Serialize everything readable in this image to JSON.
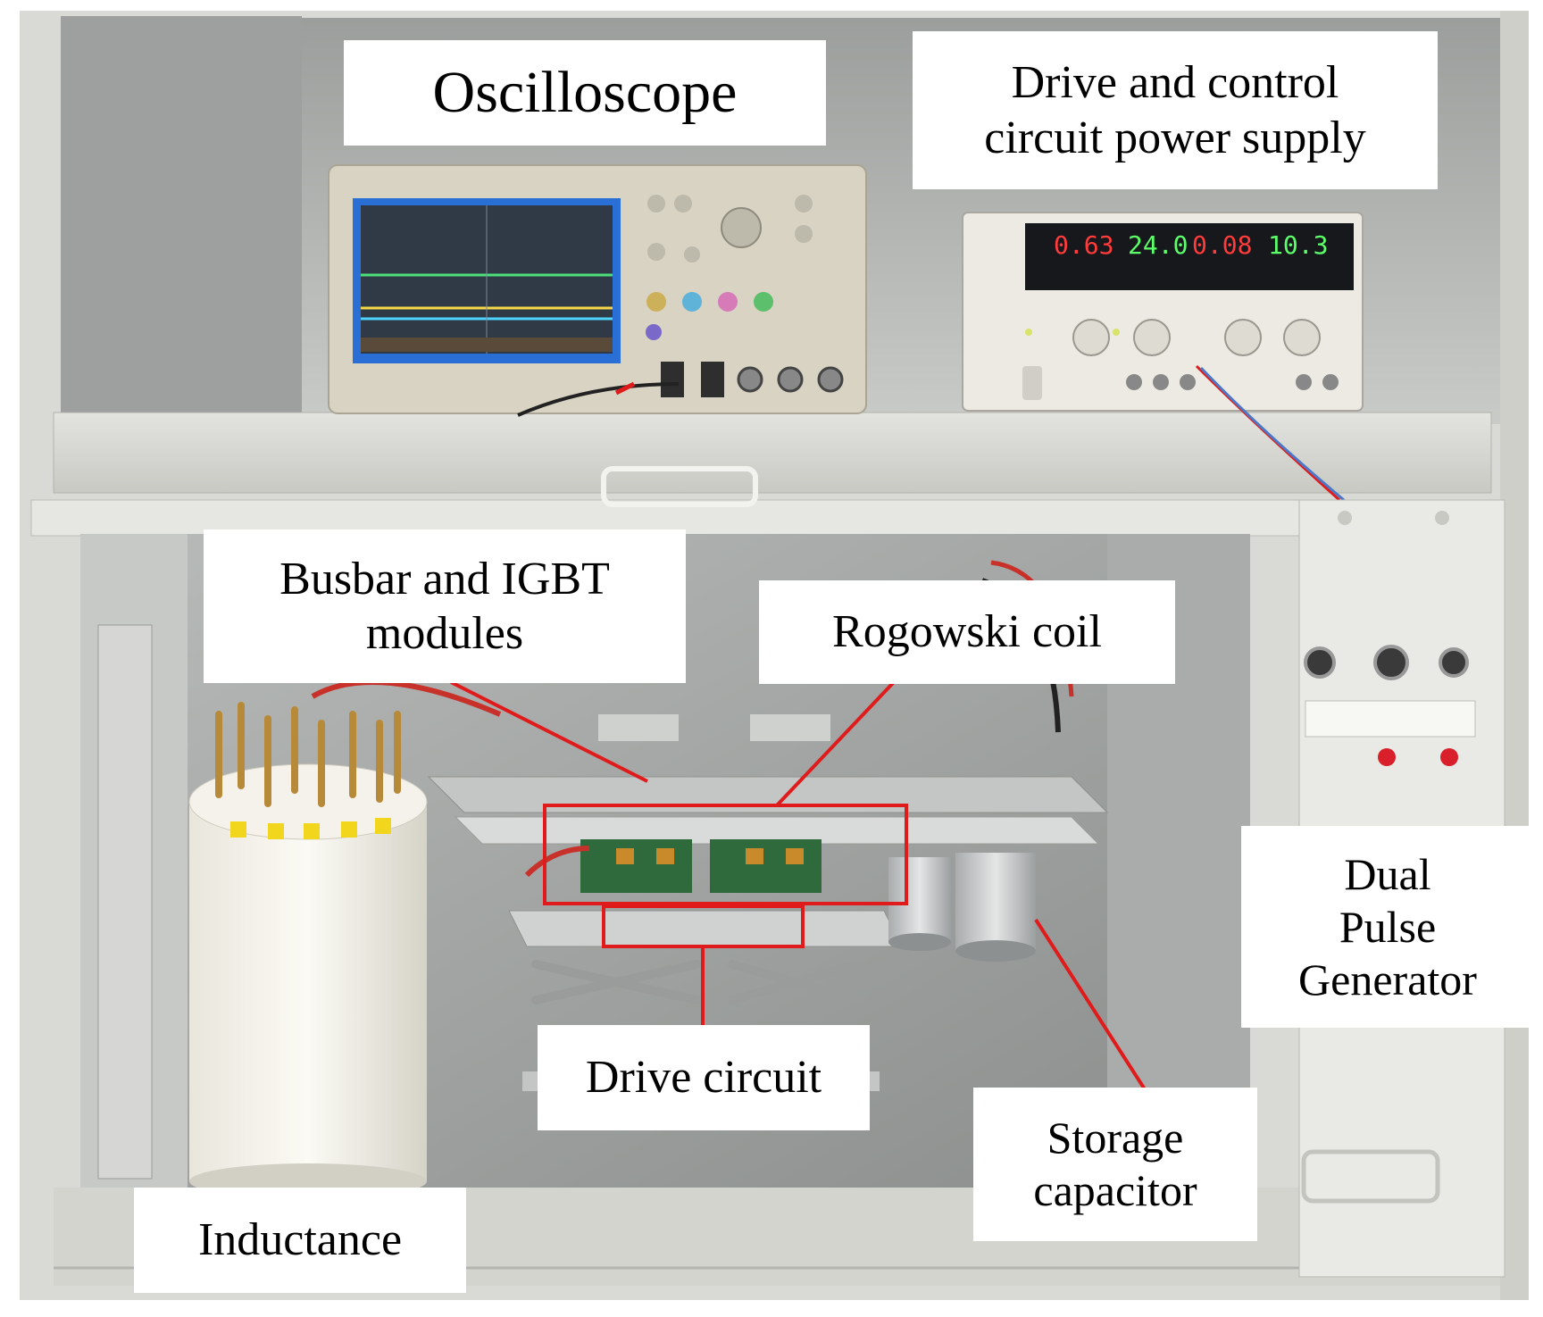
{
  "labels": {
    "oscilloscope": "Oscilloscope",
    "power_supply_line1": "Drive and control",
    "power_supply_line2": "circuit power supply",
    "busbar_line1": "Busbar and IGBT",
    "busbar_line2": "modules",
    "rogowski": "Rogowski coil",
    "dual_line1": "Dual",
    "dual_line2": "Pulse",
    "dual_line3": "Generator",
    "drive_circuit": "Drive circuit",
    "storage_line1": "Storage",
    "storage_line2": "capacitor",
    "inductance": "Inductance"
  },
  "power_supply_display": {
    "readout1": "0.63",
    "readout2": "24.0",
    "readout3": "0.08",
    "readout4": "10.3"
  },
  "colors": {
    "callout_line": "#e01b1b",
    "cabinet": "#d8d8d4",
    "cabinet_shadow": "#8e918f",
    "oscilloscope_body": "#d9d4c4",
    "scope_screen": "#2f3a46",
    "supply_body": "#eceae3",
    "readout_red": "#ff3b3b",
    "readout_green": "#5cff6a"
  }
}
